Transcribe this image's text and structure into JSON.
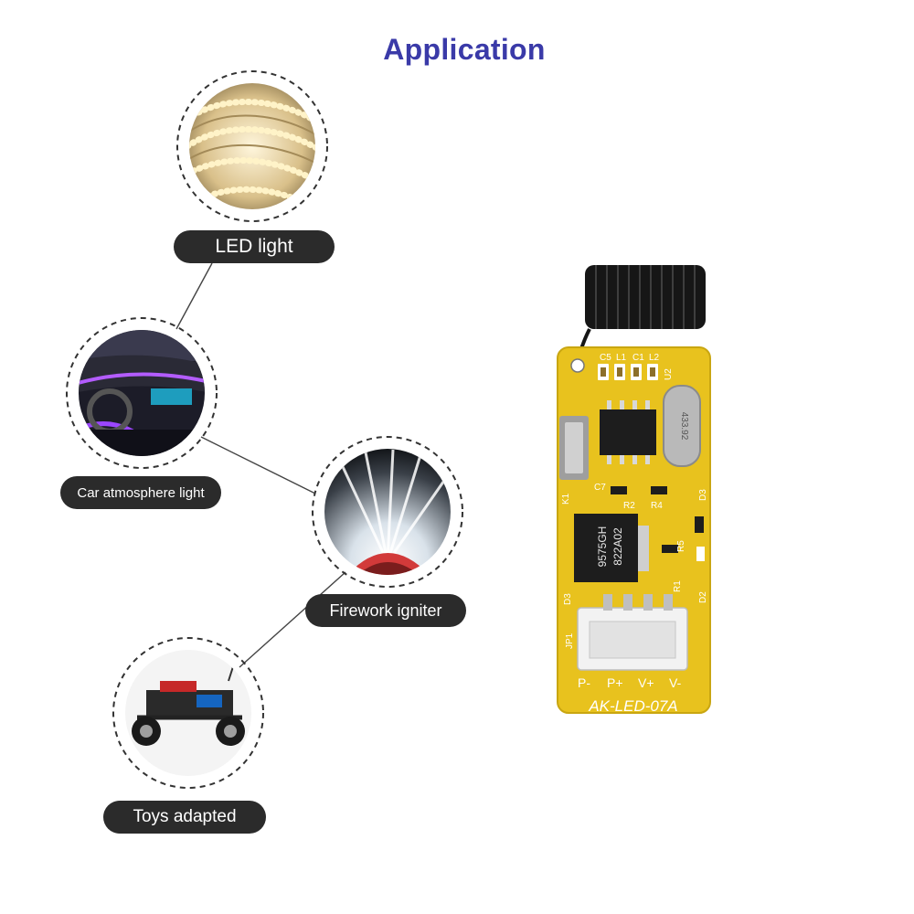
{
  "title": "Application",
  "applications": [
    {
      "label": "LED light",
      "icon": "led-strip-photo"
    },
    {
      "label": "Car atmosphere light",
      "icon": "car-interior-photo"
    },
    {
      "label": "Firework igniter",
      "icon": "firework-photo"
    },
    {
      "label": "Toys adapted",
      "icon": "rc-car-photo"
    }
  ],
  "board": {
    "model": "AK-LED-07A",
    "pins": [
      "P-",
      "P+",
      "V+",
      "V-"
    ],
    "chip_top": "9575GH",
    "chip_bottom": "822A02",
    "crystal": "433.92",
    "refs": [
      "C5",
      "L1",
      "C1",
      "L2",
      "U2",
      "C7",
      "R2",
      "R4",
      "D3",
      "R5",
      "D2",
      "R1",
      "JP1",
      "K1",
      "D3"
    ]
  },
  "colors": {
    "title": "#3a3aa8",
    "pill_bg": "#2b2b2b",
    "pcb": "#e8c21e",
    "silkscreen": "#ffffff"
  }
}
